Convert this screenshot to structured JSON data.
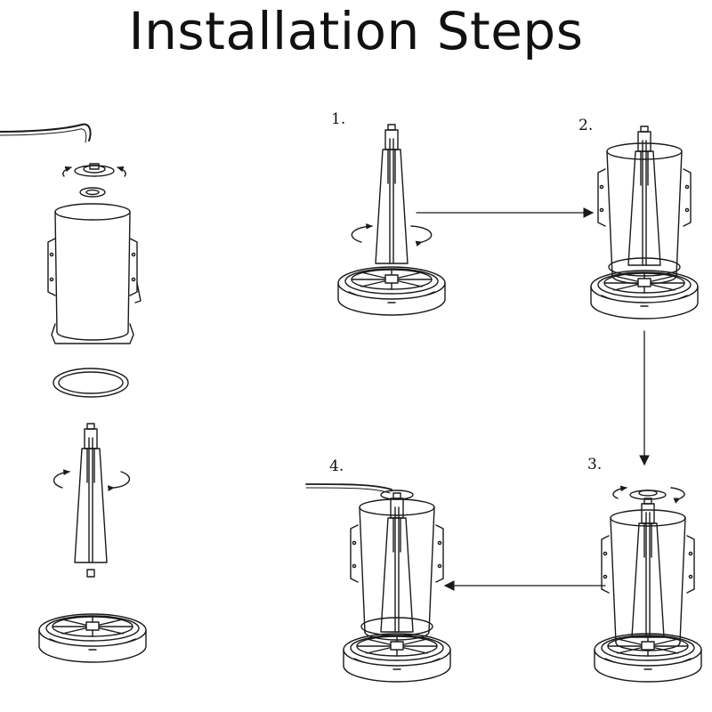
{
  "title": "Installation Steps",
  "steps": [
    {
      "label": "1."
    },
    {
      "label": "2."
    },
    {
      "label": "3."
    },
    {
      "label": "4."
    }
  ],
  "line_color": "#1a1a1a"
}
